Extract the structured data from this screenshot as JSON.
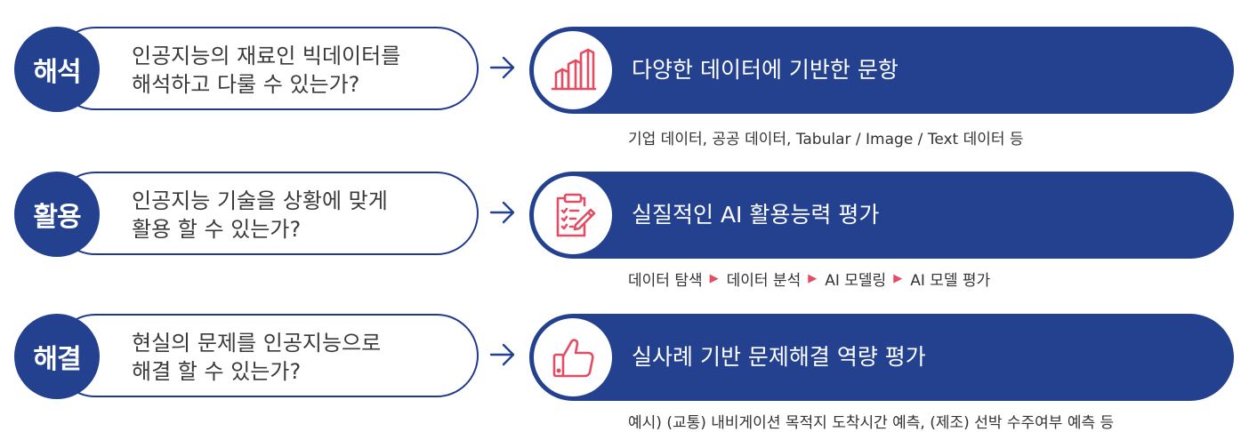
{
  "rows": [
    {
      "badge": "해석",
      "question": "인공지능의 재료인 빅데이터를\n해석하고 다룰 수 있는가?",
      "answer": "다양한 데이터에 기반한 문항",
      "icon": "bar-chart-icon",
      "detail": "기업 데이터, 공공 데이터, Tabular / Image / Text 데이터 등"
    },
    {
      "badge": "활용",
      "question": "인공지능 기술을 상황에 맞게\n활용 할 수 있는가?",
      "answer": "실질적인 AI 활용능력 평가",
      "icon": "clipboard-pencil-icon",
      "steps": [
        "데이터 탐색",
        "데이터 분석",
        "AI 모델링",
        "AI 모델 평가"
      ]
    },
    {
      "badge": "해결",
      "question": "현실의 문제를 인공지능으로\n해결 할 수 있는가?",
      "answer": "실사례 기반 문제해결 역량 평가",
      "icon": "thumbs-up-icon",
      "detail": "예시) (교통) 내비게이션 목적지 도착시간 예측, (제조) 선박 수주여부 예측 등"
    }
  ],
  "colors": {
    "navy": "#23418f",
    "outline": "#1f3a8c",
    "accent": "#e24d63"
  }
}
